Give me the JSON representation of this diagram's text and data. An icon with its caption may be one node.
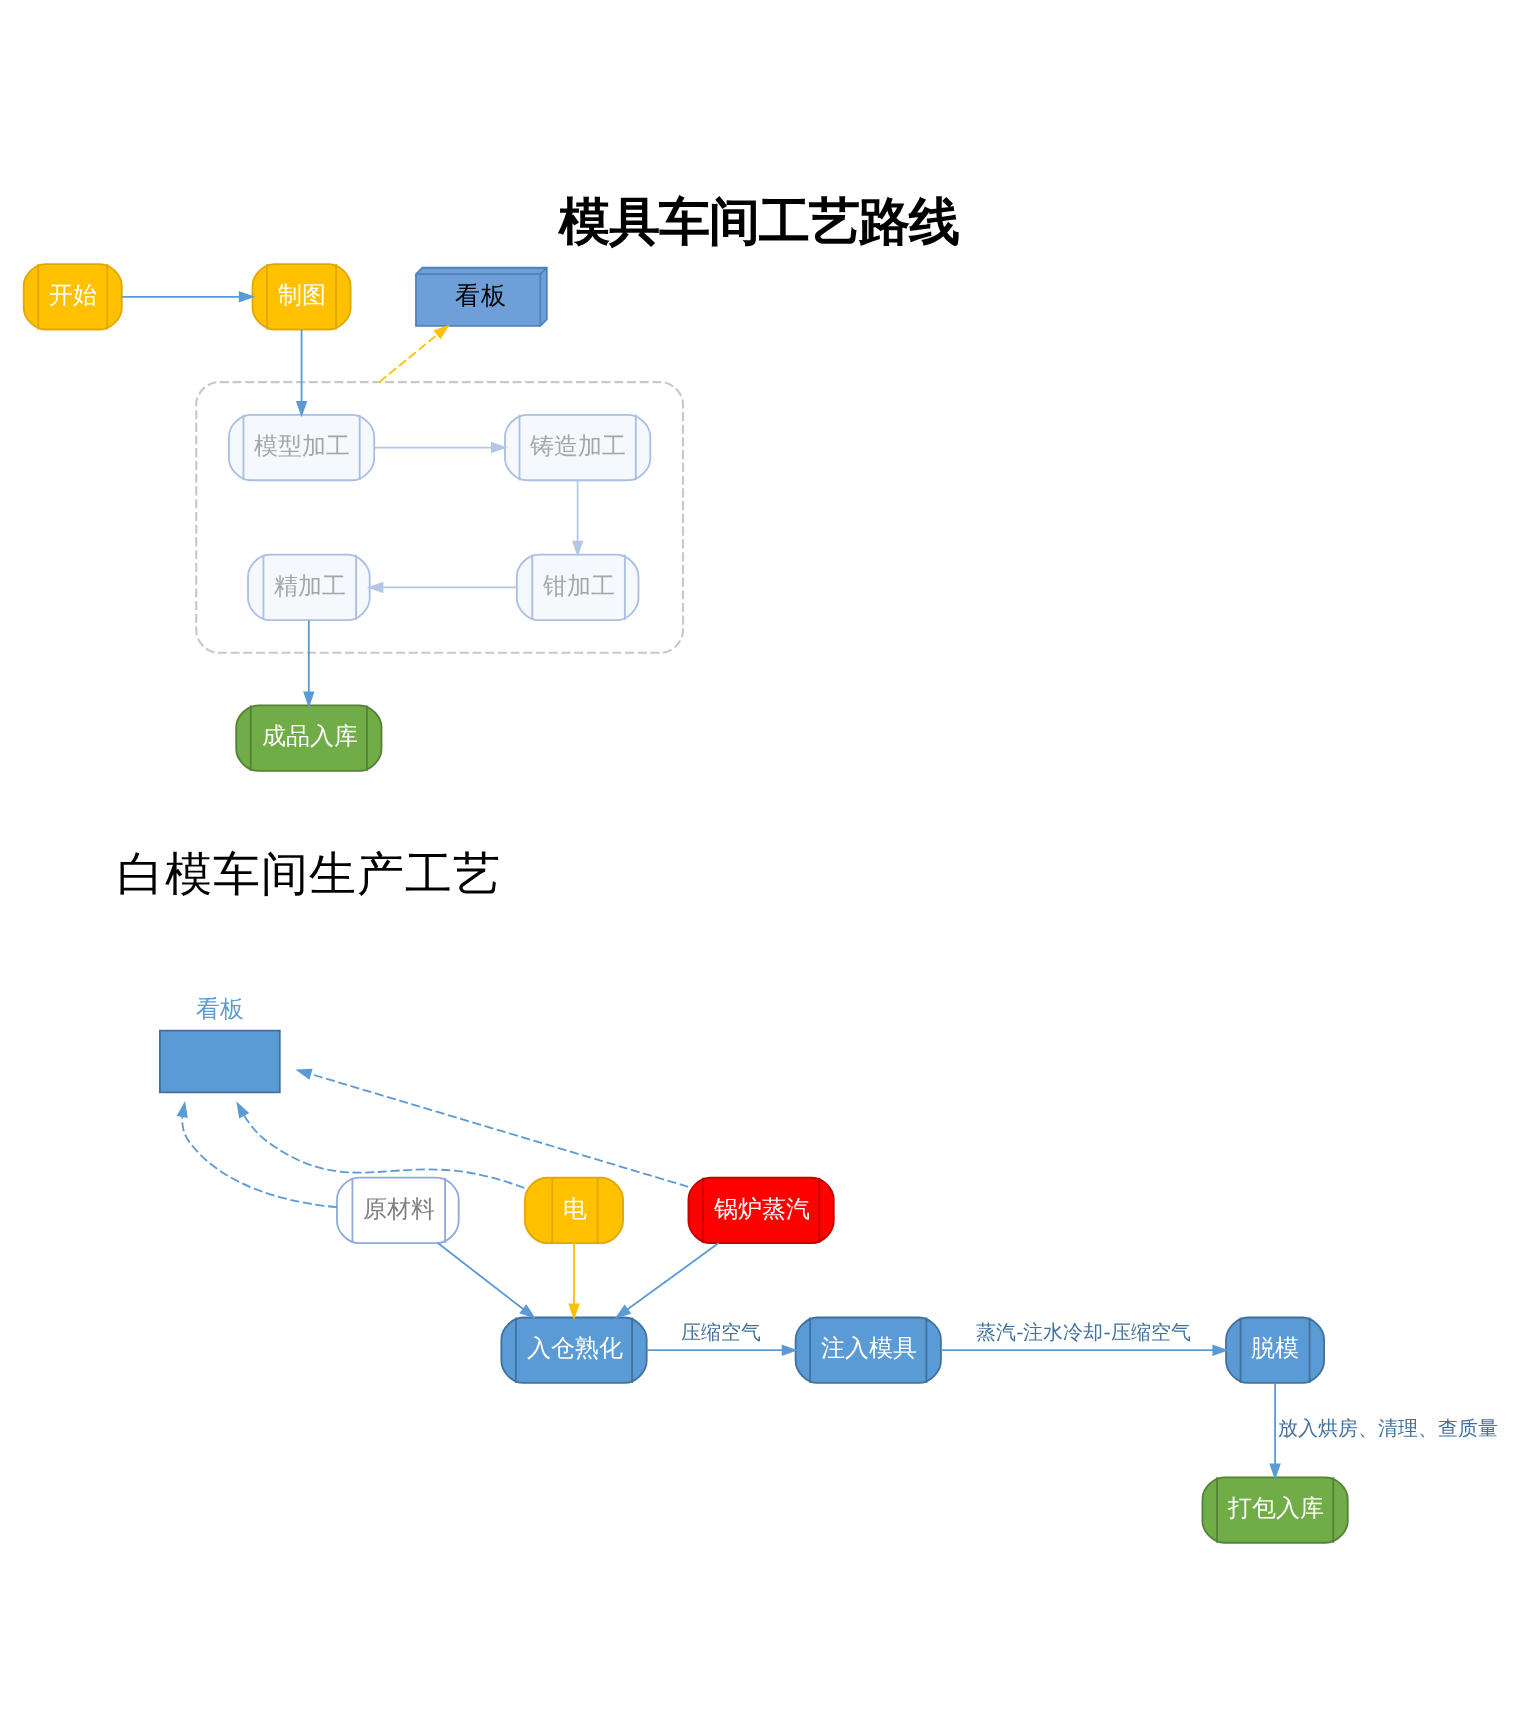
{
  "diagram": {
    "title": "模具车间工艺路线",
    "nodes": [
      {
        "text": [
          "看板"
        ]
      },
      {
        "text": [],
        "shape": "box"
      },
      {
        "text": [
          "开始"
        ]
      },
      {
        "text": [
          "制图"
        ]
      },
      {
        "text": [
          "模型加工"
        ],
        "in": 1
      },
      {
        "text": [
          "铸造加工"
        ],
        "in": 1
      },
      {
        "text": [
          "钳加工"
        ],
        "in": 1
      },
      {
        "text": [
          "精加工"
        ],
        "in": 1
      },
      {
        "text": [
          "成品入库"
        ]
      },
      {
        "text": [
          "看板"
        ]
      },
      {
        "text": [
          "原材料"
        ]
      },
      {
        "text": [
          "电"
        ]
      },
      {
        "text": [
          "锅炉蒸汽"
        ]
      },
      {
        "text": [
          "入仓熟化"
        ]
      },
      {
        "text": [
          "注入模具"
        ]
      },
      {
        "text": [
          "脱模"
        ]
      },
      {
        "text": [
          "打包入库"
        ]
      }
    ],
    "edges": [
      {
        "from": 2,
        "to": 3,
        "arrow": "to"
      },
      {
        "from": 3,
        "to": 4,
        "arrow": "to"
      },
      {
        "from": 4,
        "to": 5,
        "arrow": "to",
        "color": "#b4c7e7"
      },
      {
        "from": 5,
        "to": 6,
        "arrow": "to",
        "color": "#b4c7e7"
      },
      {
        "from": 6,
        "to": 7,
        "arrow": "to",
        "color": "#b4c7e7"
      },
      {
        "from": 7,
        "to": 8,
        "arrow": "to"
      },
      {
        "from": 1,
        "to": 0,
        "arrow": "to",
        "style": "dashed",
        "color": "#ffc000"
      },
      {
        "from": 10,
        "to": 9,
        "arrow": "to",
        "style": "dashed"
      },
      {
        "from": 12,
        "to": 9,
        "arrow": "to",
        "style": "dashed"
      },
      {
        "from": 11,
        "to": 9,
        "arrow": "to",
        "style": "dashed"
      },
      {
        "from": 11,
        "to": 13,
        "arrow": "to",
        "color": "#ffc000"
      },
      {
        "from": 10,
        "to": 13,
        "arrow": "to"
      },
      {
        "from": 12,
        "to": 13,
        "arrow": "to"
      },
      {
        "from": 13,
        "to": 14,
        "arrow": "to",
        "label": "压缩空气"
      },
      {
        "from": 14,
        "to": 15,
        "arrow": "to",
        "label": "蒸汽-注水冷却-压缩空气"
      },
      {
        "from": 15,
        "to": 16,
        "arrow": "to",
        "label": "放入烘房、清理、查质量"
      }
    ],
    "labels": [
      "白模车间生产工艺"
    ]
  }
}
